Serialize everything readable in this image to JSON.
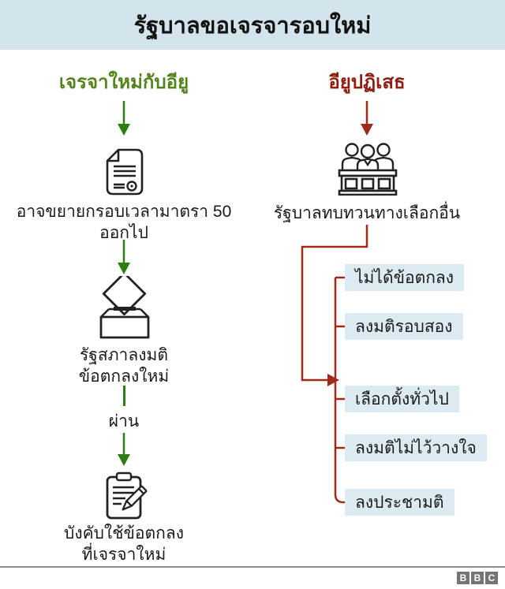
{
  "title": "รัฐบาลขอเจรจารอบใหม่",
  "colors": {
    "header_bg": "#d3e4ec",
    "green_text": "#54831c",
    "green_line": "#2e7d14",
    "red_text": "#8e1c10",
    "red_line": "#9e2b1a",
    "option_bg": "#dcebf1"
  },
  "left": {
    "header": "เจรจาใหม่กับอียู",
    "icon1": "document-icon",
    "step1_line1": "อาจขยายกรอบเวลามาตรา 50",
    "step1_line2": "ออกไป",
    "icon2": "ballot-box-icon",
    "step2_line1": "รัฐสภาลงมติ",
    "step2_line2": "ข้อตกลงใหม่",
    "pass_label": "ผ่าน",
    "icon3": "clipboard-pencil-icon",
    "step3_line1": "บังคับใช้ข้อตกลง",
    "step3_line2": "ที่เจรจาใหม่"
  },
  "right": {
    "header": "อียูปฏิเสธ",
    "icon": "parliament-icon",
    "review_text": "รัฐบาลทบทวนทางเลือกอื่น",
    "options": [
      "ไม่ได้ข้อตกลง",
      "ลงมติรอบสอง",
      "เลือกตั้งทั่วไป",
      "ลงมติไม่ไว้วางใจ",
      "ลงประชามติ"
    ]
  },
  "footer": {
    "logo_letters": [
      "B",
      "B",
      "C"
    ]
  }
}
